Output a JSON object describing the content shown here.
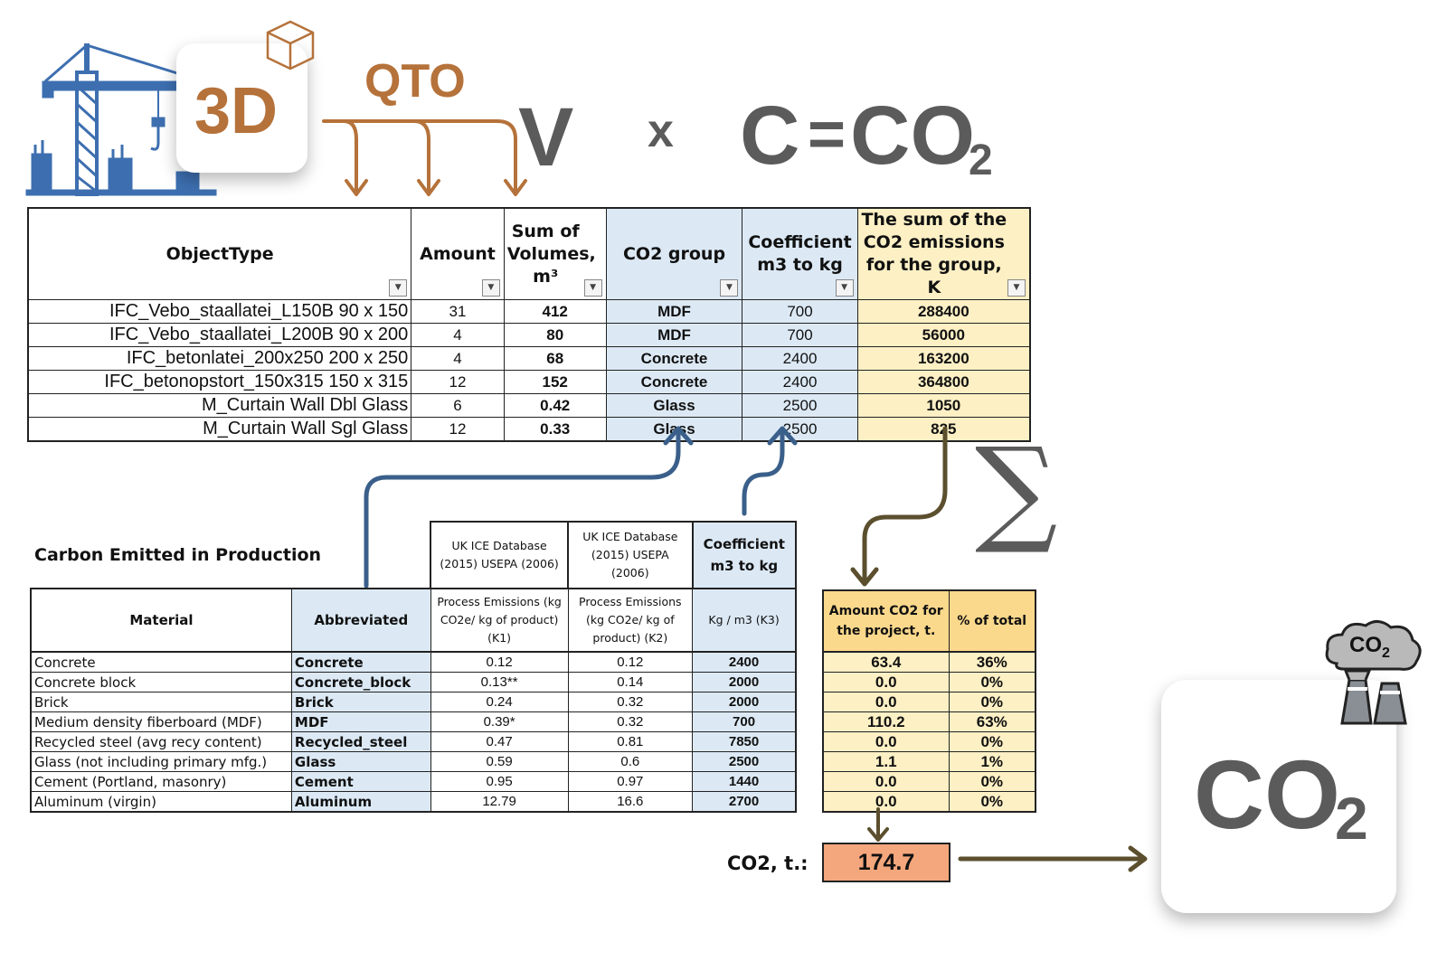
{
  "header": {
    "label_3d": "3D",
    "label_qto": "QTO",
    "formula_v": "V",
    "formula_x": "x",
    "formula_c": "C",
    "formula_eq": "=",
    "formula_co": "CO",
    "formula_sub": "2",
    "sigma": "∑"
  },
  "top_table": {
    "headers": [
      "ObjectType",
      "Amount",
      "Sum of Volumes, m³",
      "CO2 group",
      "Coefficient m3 to kg",
      "The sum of the CO2 emissions for the group, K"
    ],
    "rows": [
      {
        "name": "IFC_Vebo_staallatei_L150B 90 x 150",
        "amount": "31",
        "volume": "412",
        "group": "MDF",
        "coef": "700",
        "sum": "288400"
      },
      {
        "name": "IFC_Vebo_staallatei_L200B 90 x 200",
        "amount": "4",
        "volume": "80",
        "group": "MDF",
        "coef": "700",
        "sum": "56000"
      },
      {
        "name": "IFC_betonlatei_200x250 200 x 250",
        "amount": "4",
        "volume": "68",
        "group": "Concrete",
        "coef": "2400",
        "sum": "163200"
      },
      {
        "name": "IFC_betonopstort_150x315 150 x 315",
        "amount": "12",
        "volume": "152",
        "group": "Concrete",
        "coef": "2400",
        "sum": "364800"
      },
      {
        "name": "M_Curtain Wall Dbl Glass",
        "amount": "6",
        "volume": "0.42",
        "group": "Glass",
        "coef": "2500",
        "sum": "1050"
      },
      {
        "name": "M_Curtain Wall Sgl Glass",
        "amount": "12",
        "volume": "0.33",
        "group": "Glass",
        "coef": "2500",
        "sum": "825"
      }
    ]
  },
  "bottom_table": {
    "title": "Carbon Emitted in Production",
    "top_headers": [
      "UK ICE Database (2015) USEPA (2006)",
      "UK ICE Database (2015) USEPA (2006)",
      "Coefficient m3 to kg"
    ],
    "headers": [
      "Material",
      "Abbreviated",
      "Process Emissions (kg CO2e/ kg of product) (K1)",
      "Process Emissions (kg CO2e/ kg of product) (K2)",
      "Kg / m3 (K3)"
    ],
    "rows": [
      {
        "material": "Concrete",
        "abbr": "Concrete",
        "k1": "0.12",
        "k2": "0.12",
        "k3": "2400"
      },
      {
        "material": "Concrete block",
        "abbr": "Concrete_block",
        "k1": "0.13**",
        "k2": "0.14",
        "k3": "2000"
      },
      {
        "material": "Brick",
        "abbr": "Brick",
        "k1": "0.24",
        "k2": "0.32",
        "k3": "2000"
      },
      {
        "material": "Medium density fiberboard (MDF)",
        "abbr": "MDF",
        "k1": "0.39*",
        "k2": "0.32",
        "k3": "700"
      },
      {
        "material": "Recycled steel (avg recy content)",
        "abbr": "Recycled_steel",
        "k1": "0.47",
        "k2": "0.81",
        "k3": "7850"
      },
      {
        "material": "Glass (not including primary mfg.)",
        "abbr": "Glass",
        "k1": "0.59",
        "k2": "0.6",
        "k3": "2500"
      },
      {
        "material": "Cement (Portland, masonry)",
        "abbr": "Cement",
        "k1": "0.95",
        "k2": "0.97",
        "k3": "1440"
      },
      {
        "material": "Aluminum (virgin)",
        "abbr": "Aluminum",
        "k1": "12.79",
        "k2": "16.6",
        "k3": "2700"
      }
    ]
  },
  "result_table": {
    "headers": [
      "Amount CO2 for the project, t.",
      "% of total"
    ],
    "rows": [
      {
        "amount": "63.4",
        "pct": "36%"
      },
      {
        "amount": "0.0",
        "pct": "0%"
      },
      {
        "amount": "0.0",
        "pct": "0%"
      },
      {
        "amount": "110.2",
        "pct": "63%"
      },
      {
        "amount": "0.0",
        "pct": "0%"
      },
      {
        "amount": "1.1",
        "pct": "1%"
      },
      {
        "amount": "0.0",
        "pct": "0%"
      },
      {
        "amount": "0.0",
        "pct": "0%"
      }
    ]
  },
  "total": {
    "label": "CO2, t.:",
    "value": "174.7"
  },
  "co2_card": {
    "main": "CO",
    "sub": "2",
    "cloud_main": "CO",
    "cloud_sub": "2"
  },
  "colors": {
    "qto_orange": "#b5723a",
    "blue_arrow": "#3a5f8a",
    "olive_arrow": "#5b4f2e",
    "crane_blue": "#3d6fb0",
    "total_fill": "#f4a77c",
    "blue_cell": "#dce9f5",
    "yellow_cell": "#fdf0c5"
  }
}
